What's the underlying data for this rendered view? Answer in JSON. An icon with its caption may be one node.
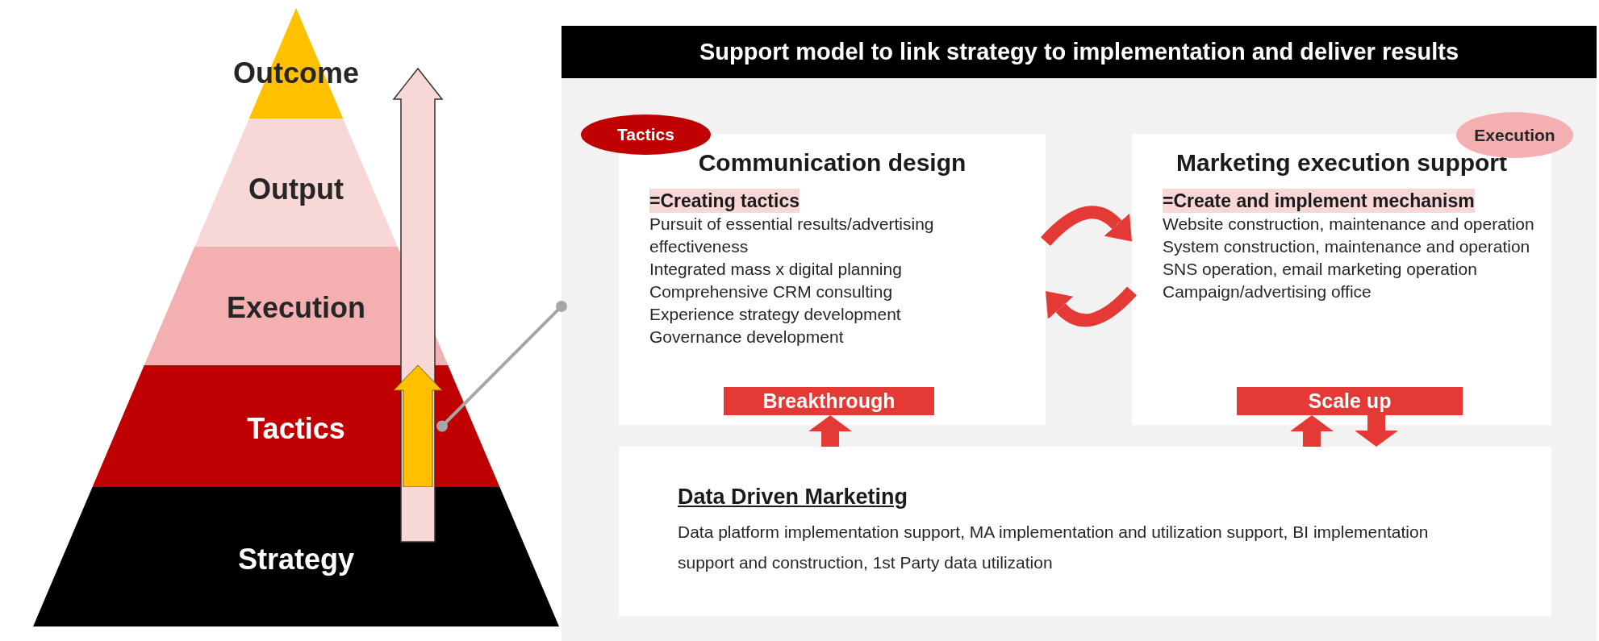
{
  "diagram": {
    "nodes": [
      {
        "text": [
          "Outcome"
        ]
      },
      {
        "text": [
          "Output"
        ]
      },
      {
        "text": [
          "Execution"
        ]
      },
      {
        "text": [
          "Tactics"
        ]
      },
      {
        "text": [],
        "shape": "arrow",
        "in": 3
      },
      {
        "text": [
          "Strategy"
        ]
      },
      {
        "text": [
          "Support model to link strategy to implementation and deliver results"
        ]
      },
      {
        "text": [
          "Tactics"
        ],
        "in": 6
      },
      {
        "text": [
          "Communication design",
          "=Creating tactics",
          "Pursuit of essential results/advertising effectiveness",
          "Integrated mass x digital planning",
          "Comprehensive CRM consulting",
          "Experience strategy development",
          "Governance development"
        ],
        "in": 6
      },
      {
        "text": [
          "Breakthrough"
        ],
        "in": 8
      },
      {
        "text": [
          "Execution"
        ],
        "in": 6
      },
      {
        "text": [
          "Marketing execution support",
          "=Create and implement mechanism",
          "Website construction, maintenance and operation",
          "System construction, maintenance and operation",
          "SNS operation, email marketing operation",
          "Campaign/advertising office"
        ],
        "in": 6
      },
      {
        "text": [
          "Scale up"
        ],
        "in": 11
      },
      {
        "text": [
          "Data Driven Marketing",
          "Data platform implementation support, MA implementation and utilization support, BI implementation support and construction, 1st Party data utilization"
        ],
        "in": 6
      }
    ],
    "edges": [
      {
        "from": 4,
        "to": 6,
        "arrow": "other",
        "color": "#a6a6a6"
      },
      {
        "from": 8,
        "to": 11,
        "arrow": "to"
      },
      {
        "from": 11,
        "to": 8,
        "arrow": "to"
      },
      {
        "from": 13,
        "to": 9,
        "arrow": "to"
      },
      {
        "from": 13,
        "to": 12,
        "arrow": "to"
      },
      {
        "from": 12,
        "to": 13,
        "arrow": "to"
      }
    ]
  }
}
